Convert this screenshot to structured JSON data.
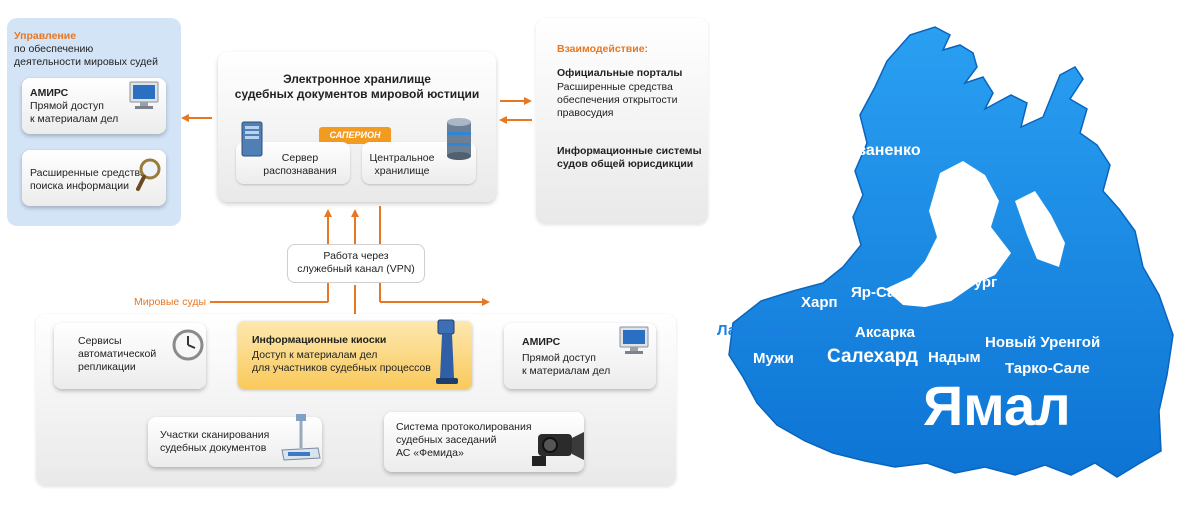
{
  "left_panel": {
    "title_line1": "Управление",
    "title_line2": "по обеспечению\nдеятельности мировых судей",
    "amirs_title": "АМИРС",
    "amirs_desc": "Прямой доступ\nк материалам дел",
    "search_desc": "Расширенные средства\nпоиска информации"
  },
  "central": {
    "title": "Электронное хранилище\nсудебных документов мировой юстиции",
    "logo": "САПЕРИОН",
    "server_label": "Сервер\nраспознавания",
    "storage_label": "Центральное\nхранилище"
  },
  "right_panel": {
    "title": "Взаимодействие:",
    "portals_title": "Официальные порталы",
    "portals_desc": "Расширенные средства\nобеспечения открытости\nправосудия",
    "courts_title": "Информационные системы\nсудов общей юрисдикции"
  },
  "vpn_label": "Работа через\nслужебный канал (VPN)",
  "courts_label": "Мировые суды",
  "bottom": {
    "replication": "Сервисы\nавтоматической\nрепликации",
    "kiosk_title": "Информационные киоски",
    "kiosk_desc": "Доступ к материалам дел\nдля участников судебных процессов",
    "amirs_title": "АМИРС",
    "amirs_desc": "Прямой доступ\nк материалам дел",
    "scanning": "Участки сканирования\nсудебных документов",
    "protocol": "Система протоколирования\nсудебных заседаний\nАС «Фемида»"
  },
  "map": {
    "region": "Ямал",
    "cities": {
      "bovanenko": "Бованенко",
      "yamburg": "Ямбург",
      "harp": "Харп",
      "yarsale": "Яр-Сале",
      "labytnangi": "Лабытнанги",
      "aksarka": "Аксарка",
      "muzhi": "Мужи",
      "salekhard": "Салехард",
      "nadym": "Надым",
      "urengoy": "Новый Уренгой",
      "tarkosale": "Тарко-Сале"
    }
  },
  "colors": {
    "accent": "#e87722",
    "map_blue": "#1a8fe6",
    "panel_blue": "#d3e4f7"
  }
}
